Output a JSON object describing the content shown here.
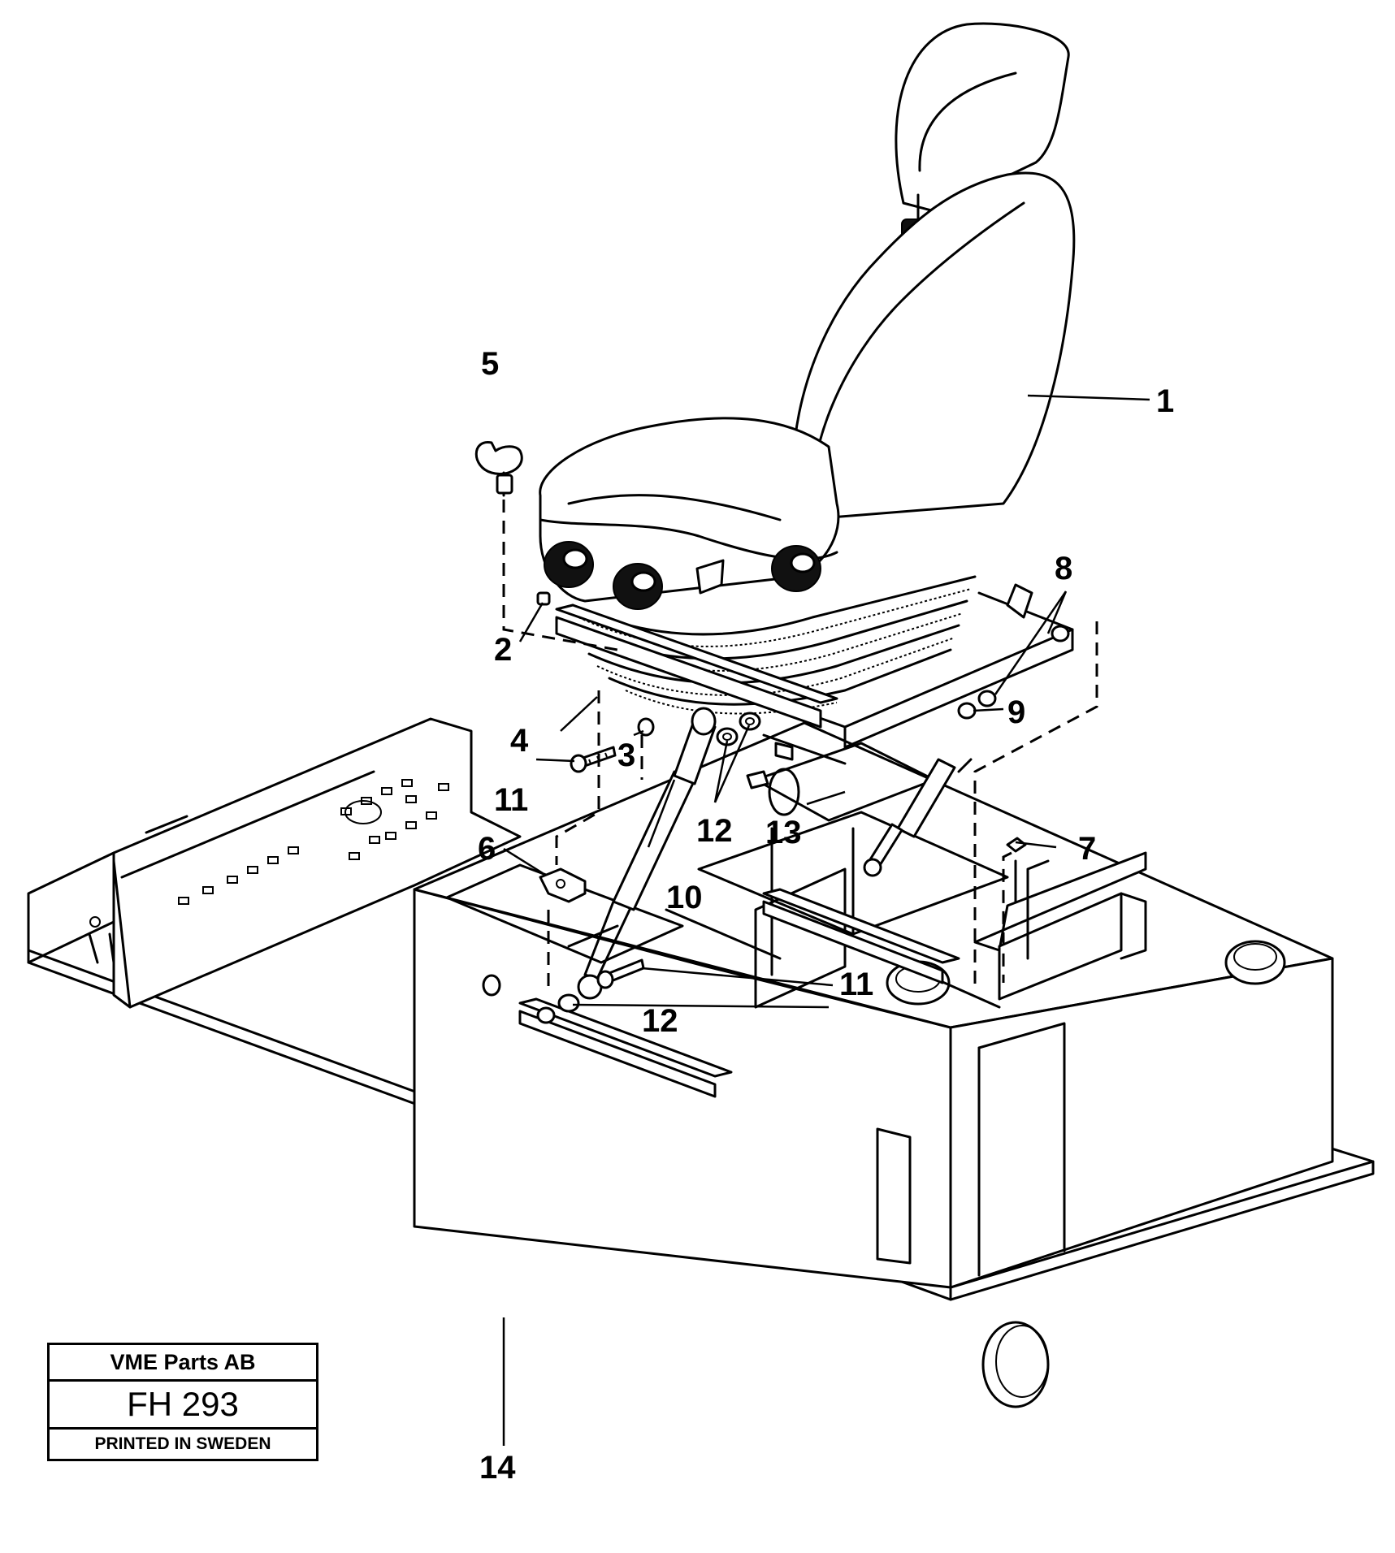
{
  "callouts": [
    {
      "id": "1",
      "text": "1"
    },
    {
      "id": "2",
      "text": "2"
    },
    {
      "id": "3",
      "text": "3"
    },
    {
      "id": "4",
      "text": "4"
    },
    {
      "id": "5",
      "text": "5"
    },
    {
      "id": "6",
      "text": "6"
    },
    {
      "id": "7",
      "text": "7"
    },
    {
      "id": "8",
      "text": "8"
    },
    {
      "id": "9",
      "text": "9"
    },
    {
      "id": "10",
      "text": "10"
    },
    {
      "id": "11a",
      "text": "11"
    },
    {
      "id": "11b",
      "text": "11"
    },
    {
      "id": "12a",
      "text": "12"
    },
    {
      "id": "12b",
      "text": "12"
    },
    {
      "id": "13",
      "text": "13"
    },
    {
      "id": "14",
      "text": "14"
    }
  ],
  "title_block": {
    "company": "VME Parts AB",
    "code": "FH 293",
    "footer": "PRINTED IN SWEDEN"
  }
}
